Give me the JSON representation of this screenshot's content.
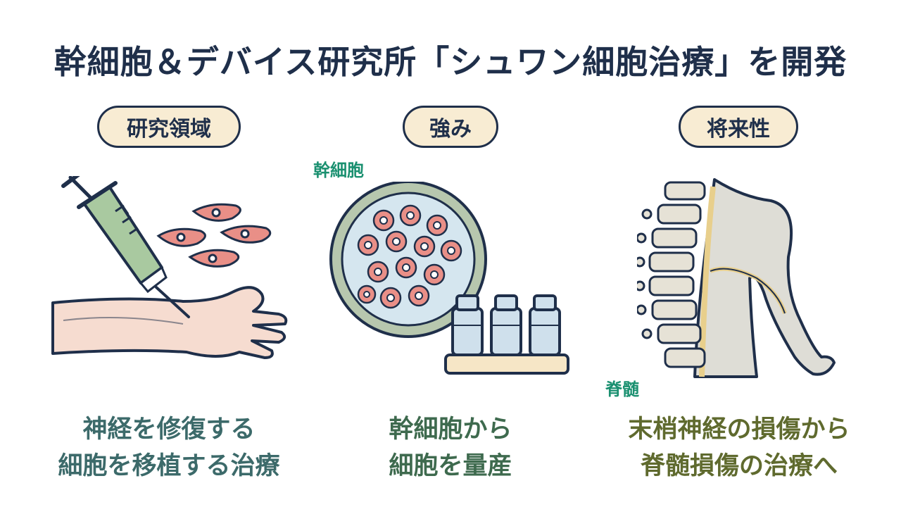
{
  "title": "幹細胞＆デバイス研究所「シュワン細胞治療」を開発",
  "columns": [
    {
      "pill": "研究領域",
      "caption": [
        "神経を修復する",
        "細胞を移植する治療"
      ]
    },
    {
      "pill": "強み",
      "tag": "幹細胞",
      "caption": [
        "幹細胞から",
        "細胞を量産"
      ]
    },
    {
      "pill": "将来性",
      "tag": "脊髄",
      "caption": [
        "末梢神経の損傷から",
        "脊髄損傷の治療へ"
      ]
    }
  ],
  "icons": [
    "syringe-icon",
    "schwann-cell-icon",
    "arm-icon",
    "petri-dish-icon",
    "vial-icon",
    "spine-icon",
    "body-silhouette-icon"
  ],
  "colors": {
    "navy": "#1f2f4a",
    "pill_fill": "#f8ecd3",
    "tag_green": "#1a9070",
    "cell_pink": "#e98f87",
    "syringe_green": "#a9c9a0",
    "dish_blue": "#d5e6ef",
    "vial_blue": "#cfe0ec"
  }
}
